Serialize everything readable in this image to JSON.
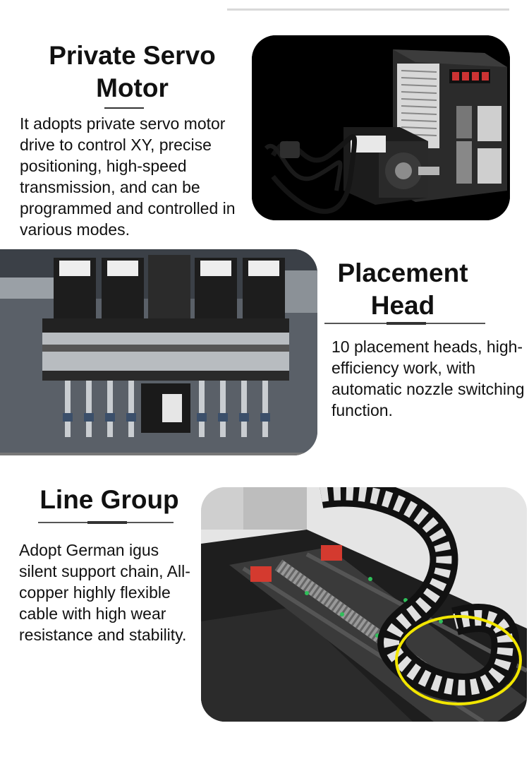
{
  "sections": [
    {
      "title": "Private Servo Motor",
      "description": "It adopts private servo motor drive to control XY, precise positioning, high-speed transmission, and can be programmed and controlled in various modes."
    },
    {
      "title": "Placement Head",
      "description": "10 placement heads, high-efficiency work, with automatic nozzle switching function."
    },
    {
      "title": "Line Group",
      "description": "Adopt German igus silent support chain, All-copper highly flexible cable with high wear resistance and stability."
    }
  ]
}
